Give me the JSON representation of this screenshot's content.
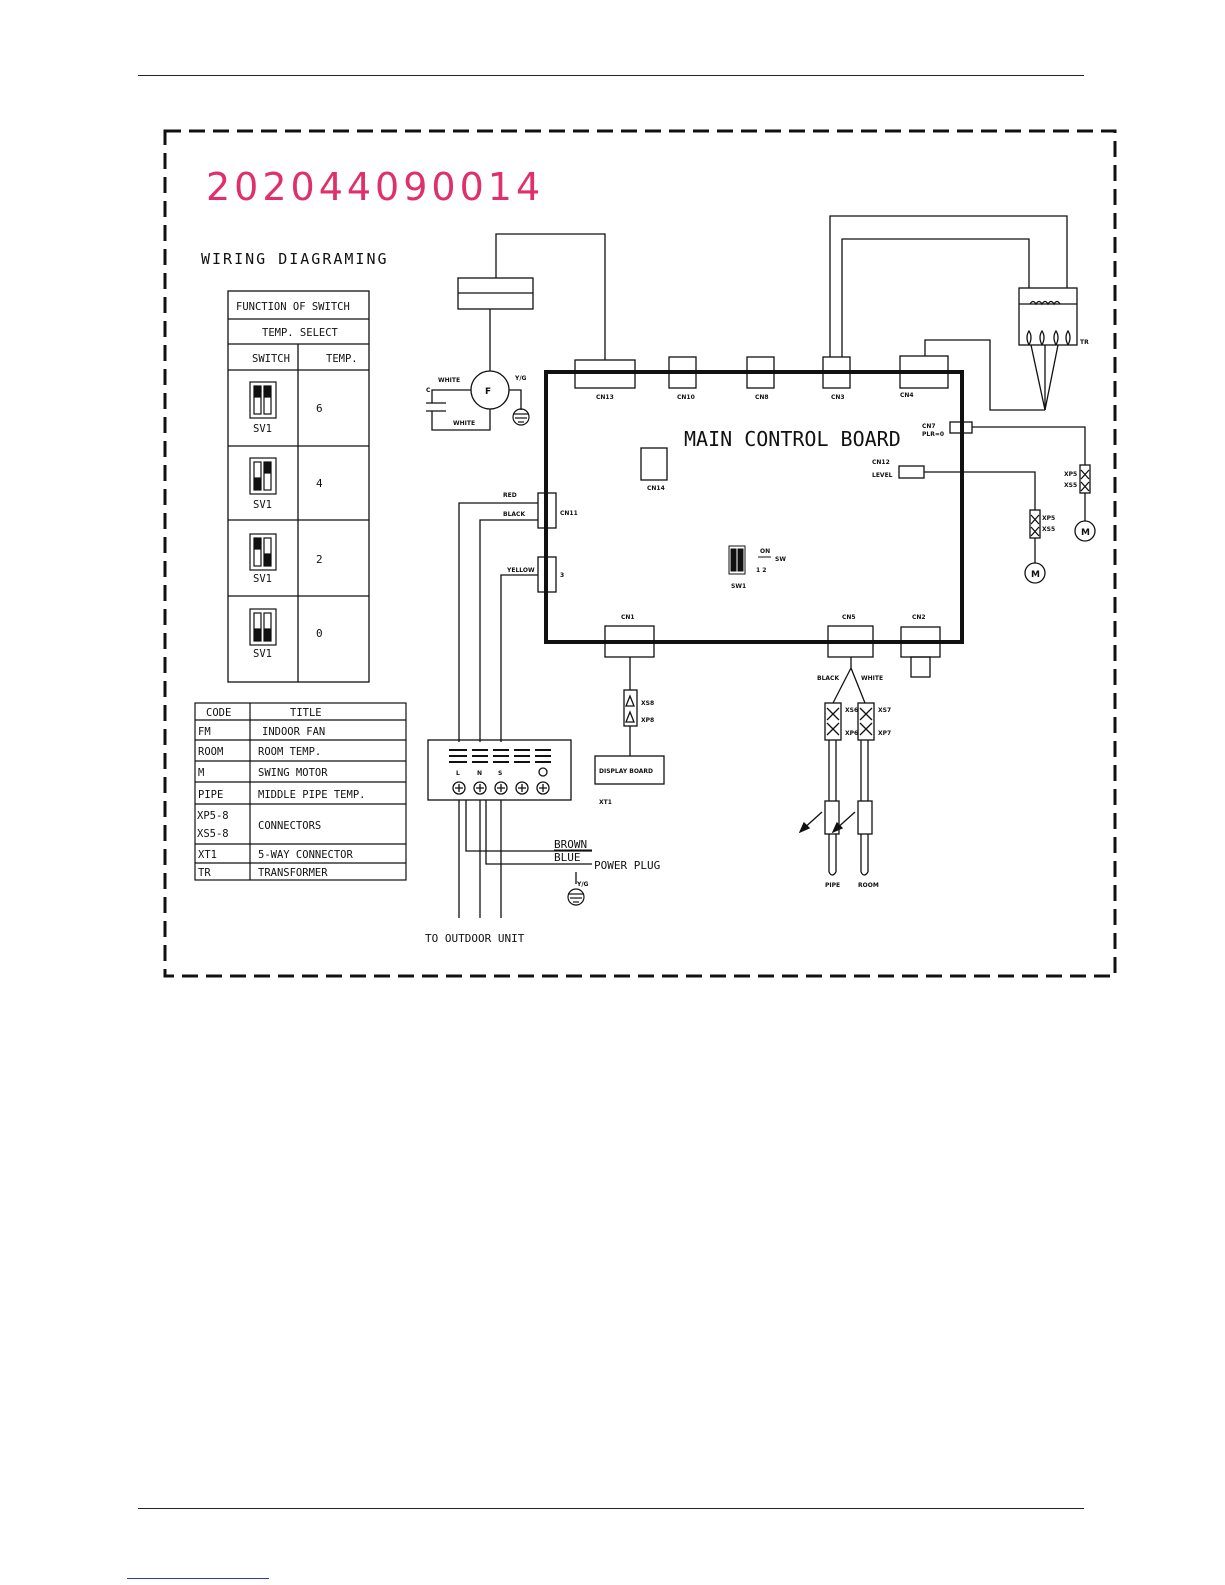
{
  "serial_number": "202044090014",
  "diagram_title": "WIRING DIAGRAMING",
  "switch_table": {
    "heading": "FUNCTION OF SWITCH",
    "subheading": "TEMP. SELECT",
    "col_switch": "SWITCH",
    "col_temp": "TEMP.",
    "rows": [
      {
        "switch": "SV1",
        "temp": "6"
      },
      {
        "switch": "SV1",
        "temp": "4"
      },
      {
        "switch": "SV1",
        "temp": "2"
      },
      {
        "switch": "SV1",
        "temp": "0"
      }
    ]
  },
  "code_table": {
    "col_code": "CODE",
    "col_title": "TITLE",
    "rows": [
      {
        "code": "FM",
        "title": "INDOOR FAN"
      },
      {
        "code": "ROOM",
        "title": "ROOM TEMP."
      },
      {
        "code": "M",
        "title": "SWING MOTOR"
      },
      {
        "code": "PIPE",
        "title": "MIDDLE PIPE TEMP."
      },
      {
        "code": "XP5-8",
        "code2": "XS5-8",
        "title": "CONNECTORS"
      },
      {
        "code": "XT1",
        "title": "5-WAY CONNECTOR"
      },
      {
        "code": "TR",
        "title": "TRANSFORMER"
      }
    ]
  },
  "board": {
    "title": "MAIN CONTROL BOARD",
    "connectors": [
      "CN13",
      "CN10",
      "CN8",
      "CN3",
      "CN4",
      "CN7",
      "CN12",
      "CN14",
      "CN11",
      "CN1",
      "CN5",
      "CN2"
    ],
    "cn7_sub": "PLR=0",
    "cn12_sub": "LEVEL",
    "dip_label": "SW1",
    "dip_on": "ON",
    "dip_nums": "1 2",
    "dip_side": "SW",
    "cn11_side": "3"
  },
  "fan": {
    "symbol": "F",
    "cap": "C",
    "white1": "WHITE",
    "white2": "WHITE",
    "gnd": "Y/G"
  },
  "wires": {
    "red": "RED",
    "black": "BLACK",
    "yellow": "YELLOW",
    "black2": "BLACK",
    "white": "WHITE"
  },
  "terminal": {
    "labels": [
      "L",
      "N",
      "S"
    ],
    "name": "XT1"
  },
  "display_board": {
    "label": "DISPLAY BOARD",
    "xs": "XS8",
    "xp": "XP8"
  },
  "sensors": {
    "pipe": "PIPE",
    "room": "ROOM",
    "xs6": "XS6",
    "xp6": "XP6",
    "xs7": "XS7",
    "xp7": "XP7"
  },
  "motors": {
    "symbol": "M",
    "m1a": "XP5",
    "m1b": "XS5",
    "m2a": "XP5",
    "m2b": "XS5"
  },
  "transformer": "TR",
  "power": {
    "brown": "BROWN",
    "blue": "BLUE",
    "plug": "POWER PLUG",
    "gnd": "Y/G"
  },
  "outdoor": "TO OUTDOOR UNIT",
  "colors": {
    "serial": "#e0306a",
    "line": "#111111"
  }
}
